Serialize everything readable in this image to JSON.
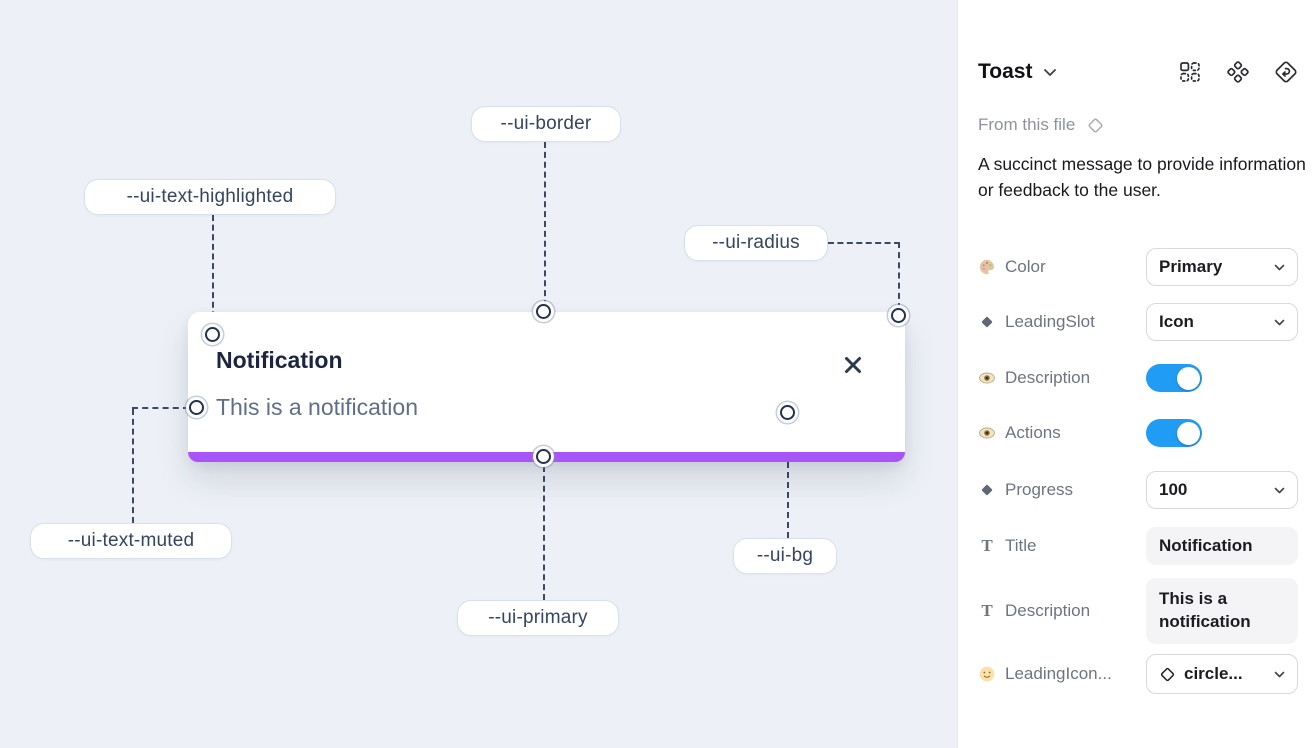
{
  "canvas": {
    "labels": {
      "text_highlighted": "--ui-text-highlighted",
      "border": "--ui-border",
      "radius": "--ui-radius",
      "text_muted": "--ui-text-muted",
      "primary": "--ui-primary",
      "bg": "--ui-bg"
    },
    "toast": {
      "title": "Notification",
      "description": "This is a notification"
    }
  },
  "panel": {
    "header": {
      "title": "Toast",
      "icons": [
        "chevron-down-icon",
        "instance-swap-icon",
        "component-icon",
        "revert-instance-icon"
      ]
    },
    "source": {
      "label": "From this file",
      "icon": "diamond-outline-icon"
    },
    "description": "A succinct message to provide information or feedback to the user.",
    "properties": [
      {
        "icon": "palette-icon",
        "label": "Color",
        "control": {
          "type": "dropdown",
          "value": "Primary"
        }
      },
      {
        "icon": "diamond-icon",
        "label": "LeadingSlot",
        "control": {
          "type": "dropdown",
          "value": "Icon"
        }
      },
      {
        "icon": "eye-icon",
        "label": "Description",
        "control": {
          "type": "toggle",
          "value": true
        }
      },
      {
        "icon": "eye-icon",
        "label": "Actions",
        "control": {
          "type": "toggle",
          "value": true
        }
      },
      {
        "icon": "diamond-icon",
        "label": "Progress",
        "control": {
          "type": "dropdown",
          "value": "100"
        }
      },
      {
        "icon": "text-icon",
        "icon_glyph": "T",
        "label": "Title",
        "control": {
          "type": "textfield",
          "value": "Notification"
        }
      },
      {
        "icon": "text-icon",
        "icon_glyph": "T",
        "label": "Description",
        "control": {
          "type": "textfield",
          "value": "This is a notification"
        }
      },
      {
        "icon": "smiley-icon",
        "label": "LeadingIcon...",
        "control": {
          "type": "dropdown",
          "leading_icon": "diamond-outline-icon",
          "value": "circle..."
        }
      }
    ]
  },
  "colors": {
    "canvas_bg": "#edf0f6",
    "toast_progress": "#a855f7",
    "toggle_on": "#209cf5",
    "annotation_line": "#3a4a66"
  }
}
